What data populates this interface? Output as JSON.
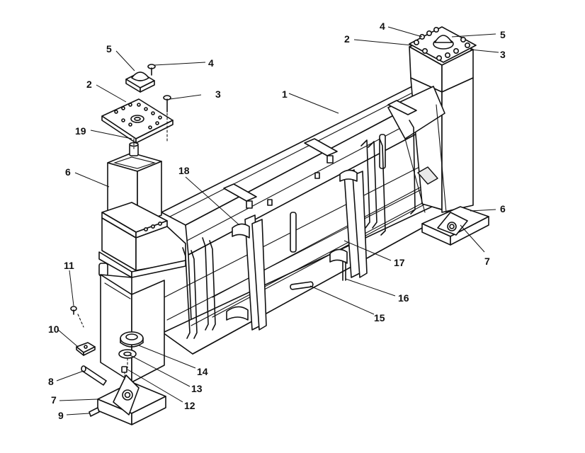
{
  "callouts": [
    {
      "id": "c1",
      "text": "1"
    },
    {
      "id": "c2-left",
      "text": "2"
    },
    {
      "id": "c2-right",
      "text": "2"
    },
    {
      "id": "c3-left",
      "text": "3"
    },
    {
      "id": "c3-right",
      "text": "3"
    },
    {
      "id": "c4-left",
      "text": "4"
    },
    {
      "id": "c4-right",
      "text": "4"
    },
    {
      "id": "c5-left",
      "text": "5"
    },
    {
      "id": "c5-right",
      "text": "5"
    },
    {
      "id": "c6-left",
      "text": "6"
    },
    {
      "id": "c6-right",
      "text": "6"
    },
    {
      "id": "c7-left",
      "text": "7"
    },
    {
      "id": "c7-right",
      "text": "7"
    },
    {
      "id": "c8",
      "text": "8"
    },
    {
      "id": "c9",
      "text": "9"
    },
    {
      "id": "c10",
      "text": "10"
    },
    {
      "id": "c11",
      "text": "11"
    },
    {
      "id": "c12",
      "text": "12"
    },
    {
      "id": "c13",
      "text": "13"
    },
    {
      "id": "c14",
      "text": "14"
    },
    {
      "id": "c15",
      "text": "15"
    },
    {
      "id": "c16",
      "text": "16"
    },
    {
      "id": "c17",
      "text": "17"
    },
    {
      "id": "c18",
      "text": "18"
    },
    {
      "id": "c19",
      "text": "19"
    }
  ]
}
